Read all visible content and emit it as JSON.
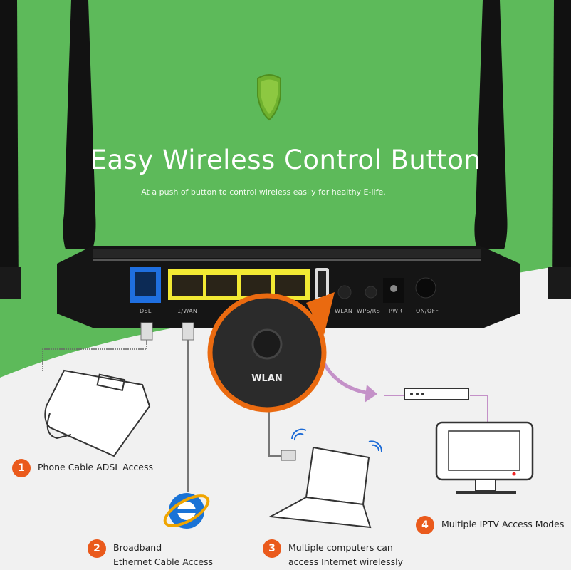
{
  "header": {
    "title": "Easy Wireless Control Button",
    "subtitle": "At a push of button to control wireless easily for healthy E-life."
  },
  "router": {
    "ports": [
      "DSL",
      "1/WAN",
      "WLAN",
      "WPS/RST",
      "PWR",
      "ON/OFF"
    ],
    "zoom_label": "WLAN"
  },
  "callouts": [
    {
      "number": "1",
      "lines": [
        "Phone Cable ADSL Access"
      ]
    },
    {
      "number": "2",
      "lines": [
        "Broadband",
        "Ethernet Cable Access"
      ]
    },
    {
      "number": "3",
      "lines": [
        "Multiple computers can",
        "access Internet wirelessly"
      ]
    },
    {
      "number": "4",
      "lines": [
        "Multiple IPTV Access Modes"
      ]
    }
  ],
  "colors": {
    "green": "#5dba5a",
    "orange": "#ea5a1c",
    "purple": "#c491c8"
  }
}
